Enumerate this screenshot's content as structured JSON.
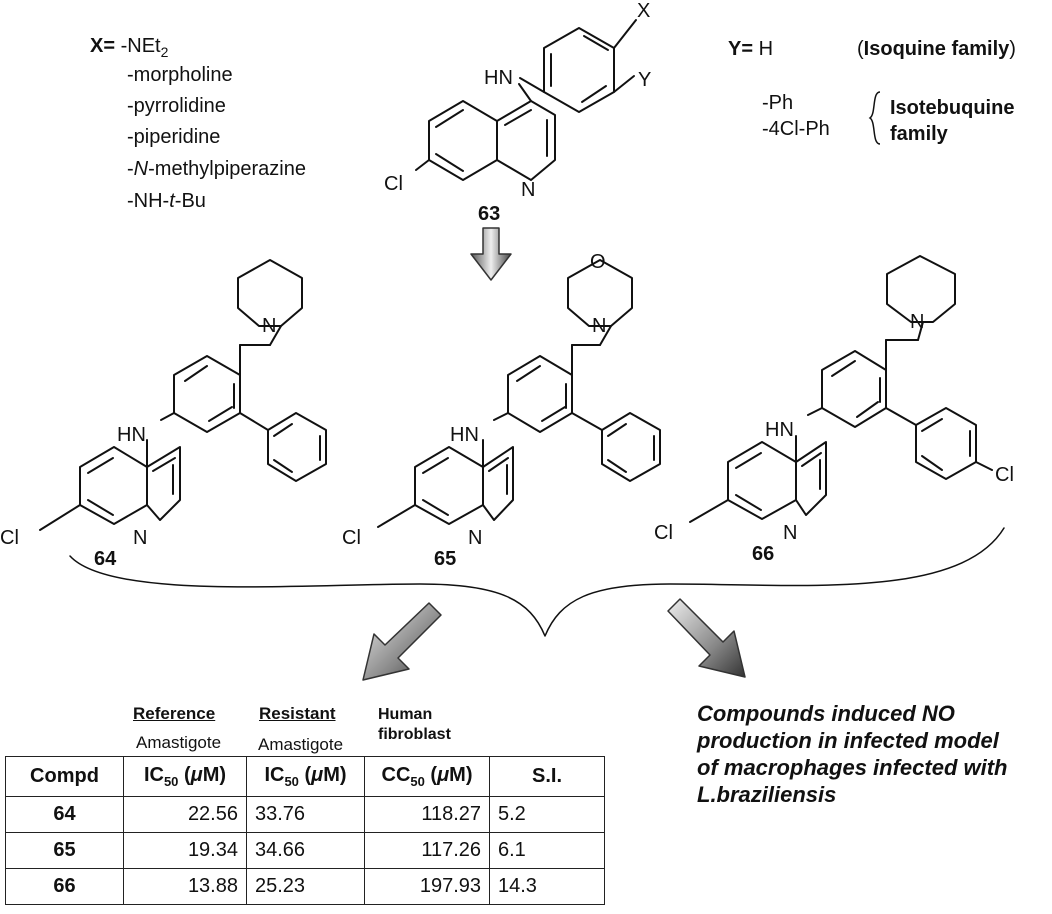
{
  "substituents": {
    "x_label": "X=",
    "x_items": [
      "-NEt",
      "-morpholine",
      "-pyrrolidine",
      "-piperidine",
      "-methylpiperazine",
      "-NH-",
      "-Bu"
    ],
    "x_subscript": "2",
    "x_italic_n": "N",
    "x_italic_t": "t",
    "y_label": "Y=",
    "y_value": "H",
    "y_family_open": "(",
    "y_family_name": "Isoquine family",
    "y_family_close": ")",
    "y_items": [
      "-Ph",
      "-4Cl-Ph"
    ],
    "isotebuquine_line1": "Isotebuquine",
    "isotebuquine_line2": "family"
  },
  "atoms": {
    "x": "X",
    "y": "Y",
    "hn": "HN",
    "cl": "Cl",
    "n": "N",
    "o": "O"
  },
  "compound_numbers": [
    "63",
    "64",
    "65",
    "66"
  ],
  "table": {
    "col_groups": [
      {
        "top": "Reference",
        "sub": "Amastigote"
      },
      {
        "top": "Resistant",
        "sub": "Amastigote"
      },
      {
        "top_line1": "Human",
        "top_line2": "fibroblast"
      }
    ],
    "headers": [
      "Compd",
      "IC",
      "IC",
      "CC",
      "S.I."
    ],
    "header_sub": "50",
    "header_unit_open": " (",
    "header_mu": "μ",
    "header_unit_close": "M)",
    "rows": [
      [
        "64",
        "22.56",
        "33.76",
        "118.27",
        "5.2"
      ],
      [
        "65",
        "19.34",
        "34.66",
        "117.26",
        "6.1"
      ],
      [
        "66",
        "13.88",
        "25.23",
        "197.93",
        "14.3"
      ]
    ]
  },
  "note": [
    "Compounds induced NO",
    "production in infected model",
    "of macrophages infected with",
    "L.braziliensis"
  ]
}
